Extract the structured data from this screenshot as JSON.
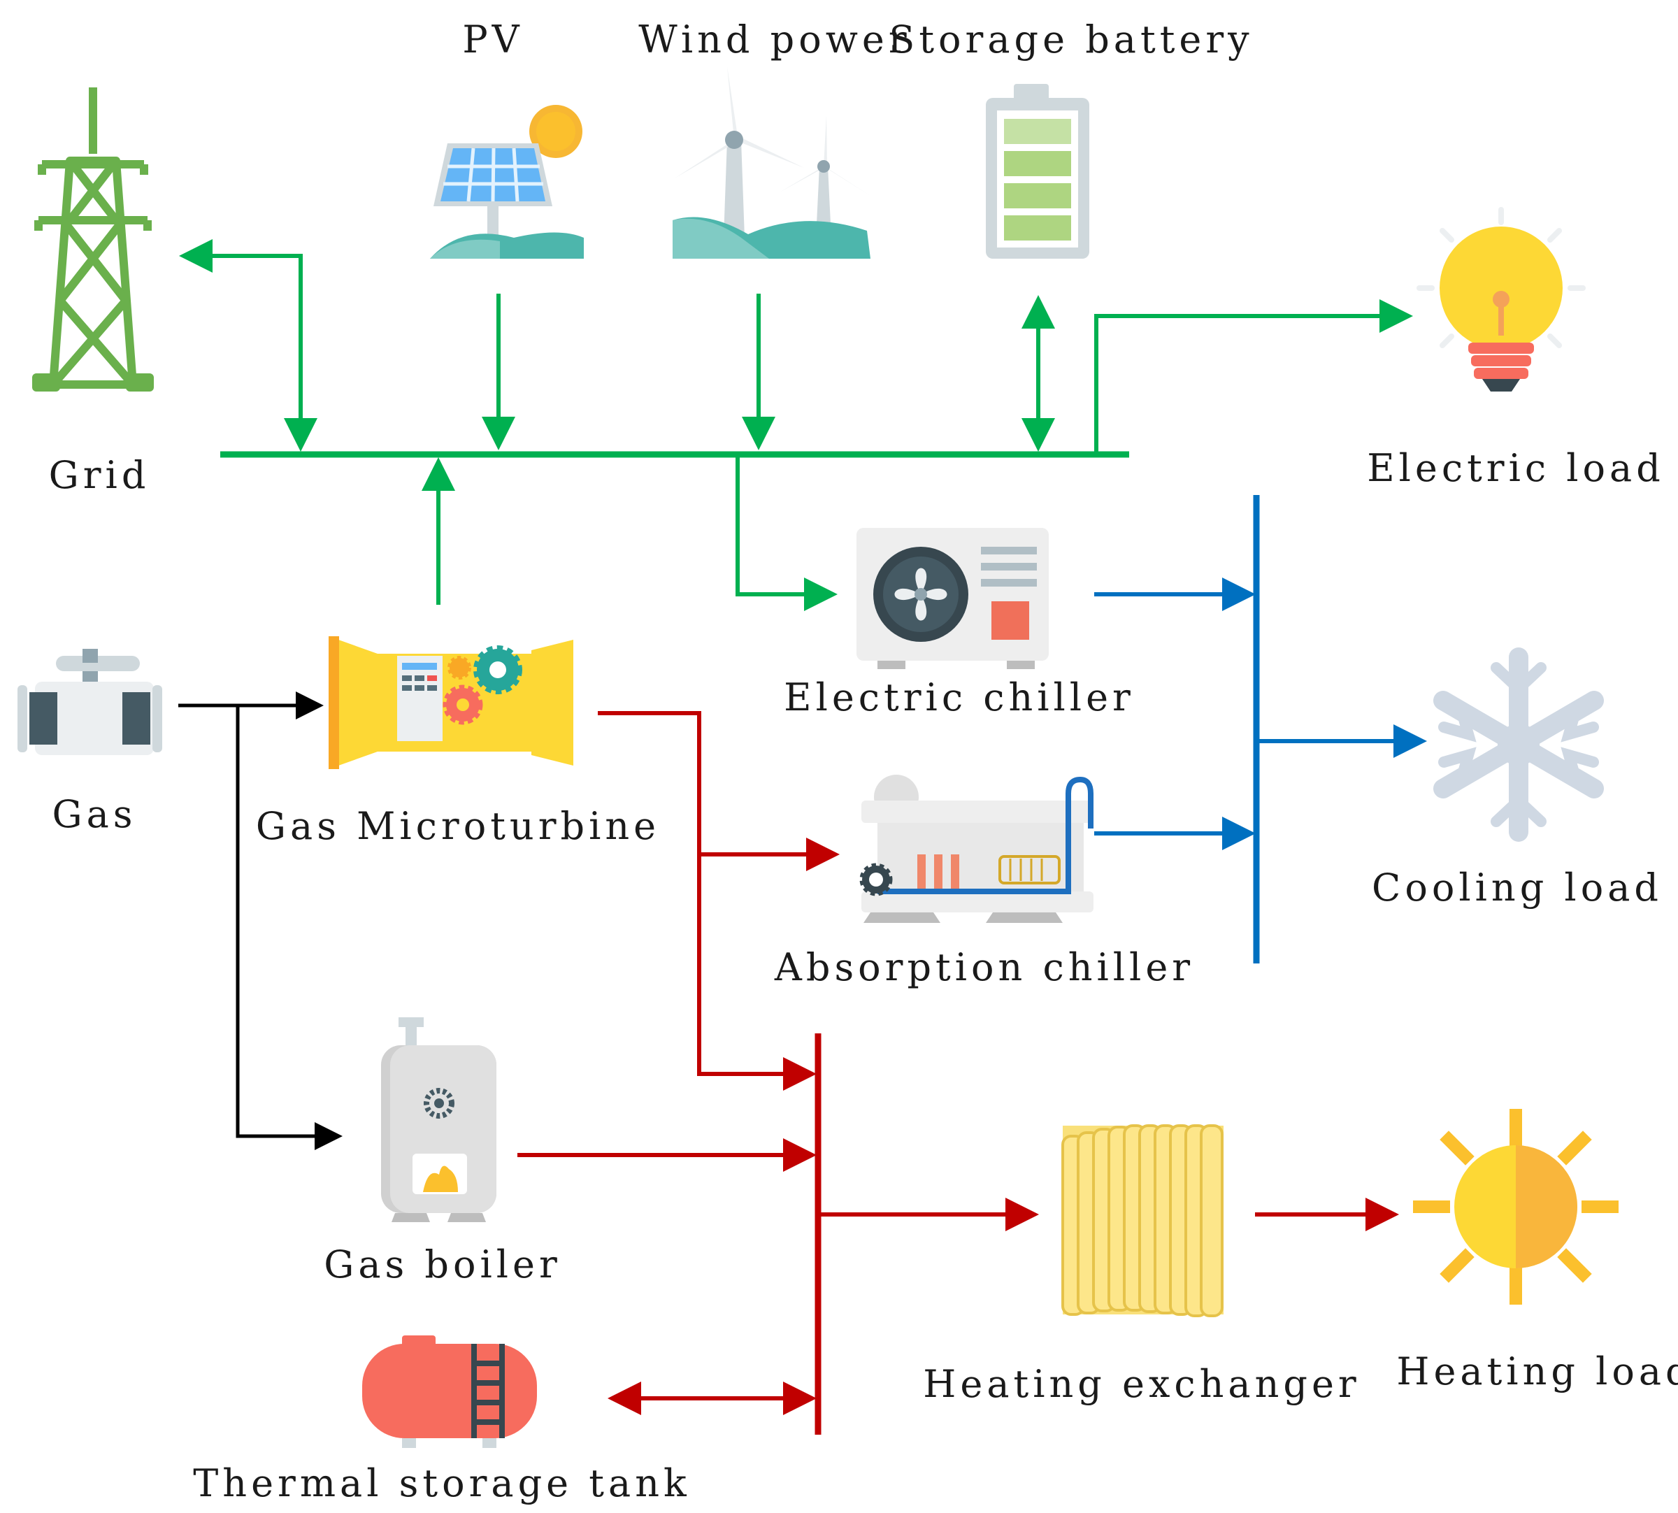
{
  "colors": {
    "electric": "#00b050",
    "cooling": "#0070c0",
    "heating": "#c00000",
    "gas": "#000000"
  },
  "labels": {
    "grid": "Grid",
    "pv": "PV",
    "wind": "Wind power",
    "battery": "Storage battery",
    "electric_load": "Electric load",
    "electric_chiller": "Electric chiller",
    "gas": "Gas",
    "gas_microturbine": "Gas Microturbine",
    "absorption_chiller": "Absorption chiller",
    "cooling_load": "Cooling load",
    "gas_boiler": "Gas boiler",
    "heating_exchanger": "Heating exchanger",
    "heating_load": "Heating load",
    "thermal_storage": "Thermal storage tank"
  },
  "icons": {
    "grid": "transmission-tower-icon",
    "pv": "solar-panel-icon",
    "wind": "wind-turbine-icon",
    "battery": "battery-icon",
    "electric_load": "light-bulb-icon",
    "electric_chiller": "ac-unit-icon",
    "gas": "gas-valve-icon",
    "gas_microturbine": "microturbine-icon",
    "absorption_chiller": "absorption-chiller-icon",
    "cooling_load": "snowflake-icon",
    "gas_boiler": "boiler-icon",
    "heating_exchanger": "radiator-icon",
    "heating_load": "sun-icon",
    "thermal_storage": "storage-tank-icon"
  }
}
